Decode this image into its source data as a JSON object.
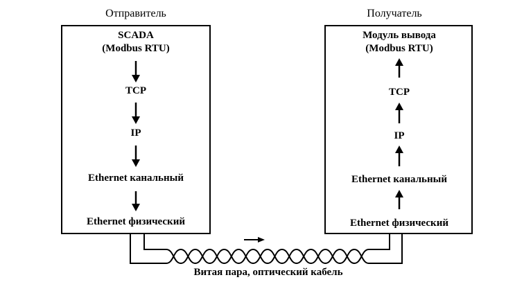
{
  "sender": {
    "title": "Отправитель",
    "layers": [
      "SCADA",
      "(Modbus RTU)",
      "TCP",
      "IP",
      "Ethernet канальный",
      "Ethernet физический"
    ]
  },
  "receiver": {
    "title": "Получатель",
    "layers": [
      "Модуль вывода",
      "(Modbus RTU)",
      "TCP",
      "IP",
      "Ethernet канальный",
      "Ethernet физический"
    ]
  },
  "cable": {
    "label": "Витая пара, оптический кабель"
  }
}
